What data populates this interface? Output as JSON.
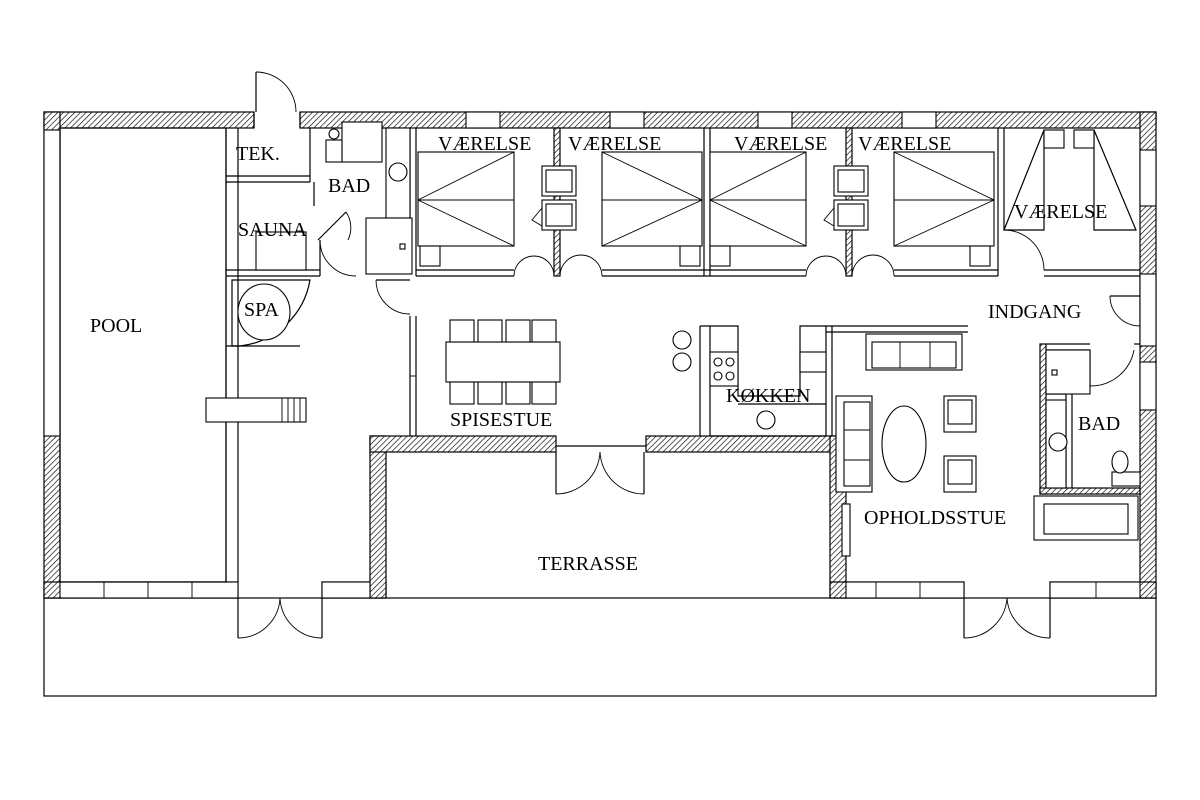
{
  "rooms": {
    "pool": "POOL",
    "tek": "TEK.",
    "bad_1": "BAD",
    "sauna": "SAUNA",
    "spa": "SPA",
    "vaerelse_1": "VÆRELSE",
    "vaerelse_2": "VÆRELSE",
    "vaerelse_3": "VÆRELSE",
    "vaerelse_4": "VÆRELSE",
    "vaerelse_5": "VÆRELSE",
    "indgang": "INDGANG",
    "bad_2": "BAD",
    "spisestue": "SPISESTUE",
    "koekken": "KØKKEN",
    "opholdsstue": "OPHOLDSSTUE",
    "terrasse": "TERRASSE"
  },
  "colors": {
    "line": "#000000",
    "background": "#ffffff"
  }
}
